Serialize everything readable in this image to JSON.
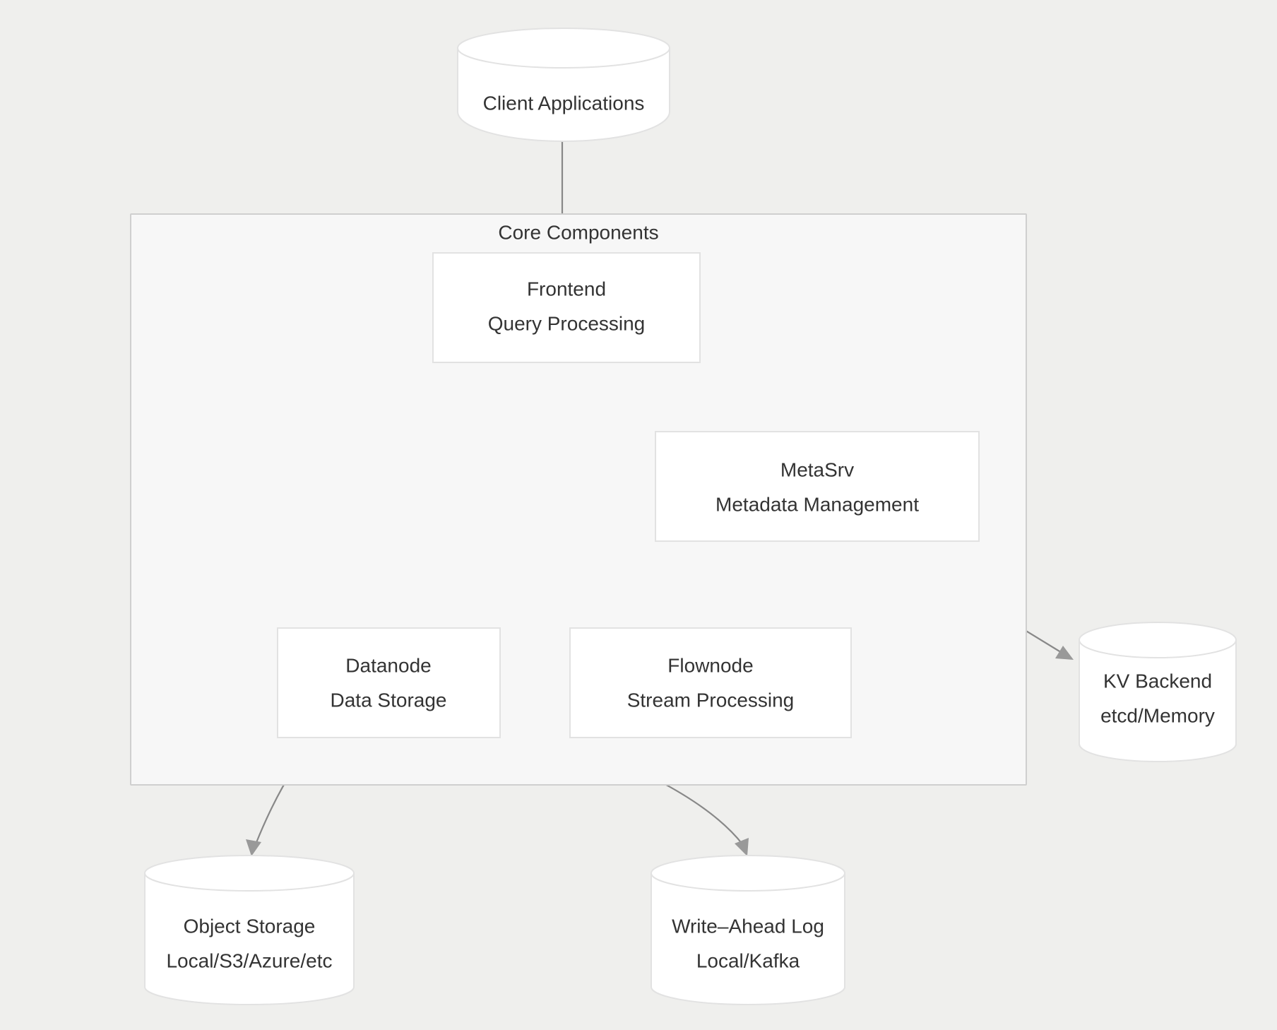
{
  "diagram": {
    "type": "flowchart",
    "direction": "top-down",
    "background_color": "#efefed",
    "subgraph_fill": "#f7f7f7",
    "subgraph_border": "#cfcfcf",
    "node_fill": "#ffffff",
    "node_border": "#e2e2e2",
    "edge_color": "#888888",
    "arrow_color": "#999999",
    "text_color": "#333333"
  },
  "subgraph": {
    "label": "Core Components"
  },
  "nodes": {
    "client": {
      "shape": "cylinder",
      "line1": "Client Applications",
      "line2": ""
    },
    "frontend": {
      "shape": "rect",
      "line1": "Frontend",
      "line2": "Query Processing"
    },
    "metasrv": {
      "shape": "rect",
      "line1": "MetaSrv",
      "line2": "Metadata Management"
    },
    "datanode": {
      "shape": "rect",
      "line1": "Datanode",
      "line2": "Data Storage"
    },
    "flownode": {
      "shape": "rect",
      "line1": "Flownode",
      "line2": "Stream Processing"
    },
    "kvbackend": {
      "shape": "cylinder",
      "line1": "KV Backend",
      "line2": "etcd/Memory"
    },
    "objectstorage": {
      "shape": "cylinder",
      "line1": "Object Storage",
      "line2": "Local/S3/Azure/etc"
    },
    "wal": {
      "shape": "cylinder",
      "line1": "Write–Ahead Log",
      "line2": "Local/Kafka"
    }
  },
  "edges": [
    {
      "from": "client",
      "to": "frontend",
      "label": ""
    },
    {
      "from": "frontend",
      "to": "datanode",
      "label": ""
    },
    {
      "from": "frontend",
      "to": "flownode",
      "label": ""
    },
    {
      "from": "frontend",
      "to": "metasrv",
      "label": ""
    },
    {
      "from": "metasrv",
      "to": "datanode",
      "label": ""
    },
    {
      "from": "metasrv",
      "to": "flownode",
      "label": ""
    },
    {
      "from": "metasrv",
      "to": "kvbackend",
      "label": ""
    },
    {
      "from": "datanode",
      "to": "objectstorage",
      "label": ""
    },
    {
      "from": "datanode",
      "to": "wal",
      "label": ""
    }
  ]
}
